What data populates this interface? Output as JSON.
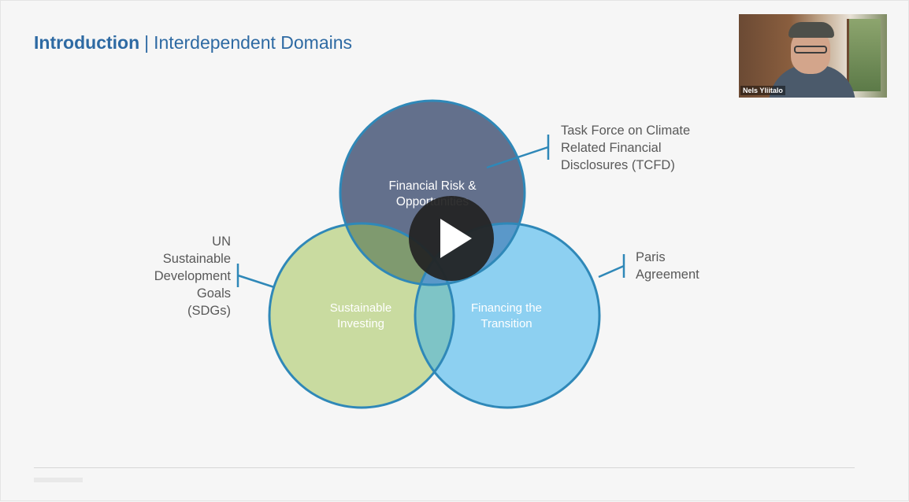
{
  "slide": {
    "title_strong": "Introduction",
    "title_separator": "|",
    "title_rest": "Interdependent Domains"
  },
  "diagram": {
    "circles": [
      {
        "label_lines": [
          "Financial Risk &",
          "Opportunities"
        ],
        "fill": "#63708c",
        "stroke": "#2f88b8"
      },
      {
        "label_lines": [
          "Sustainable",
          "Investing"
        ],
        "fill": "#c9dba0",
        "stroke": "#2f88b8"
      },
      {
        "label_lines": [
          "Financing the",
          "Transition"
        ],
        "fill": "#8dd0f1",
        "stroke": "#2f88b8"
      }
    ],
    "overlap_colors": {
      "risk_investing": "#7f9a6f",
      "investing_transition": "#7ec4c6",
      "risk_transition": "#5a98c9"
    },
    "callouts": {
      "tcfd": [
        "Task Force on Climate",
        "Related Financial",
        "Disclosures (TCFD)"
      ],
      "paris": [
        "Paris",
        "Agreement"
      ],
      "sdg": [
        "UN",
        "Sustainable",
        "Development",
        "Goals",
        "(SDGs)"
      ]
    },
    "connector_color": "#2f88b8"
  },
  "video": {
    "participant_name": "Nels Yliitalo"
  },
  "player": {
    "play_icon": "play-icon",
    "overlay_color": "#222222"
  }
}
